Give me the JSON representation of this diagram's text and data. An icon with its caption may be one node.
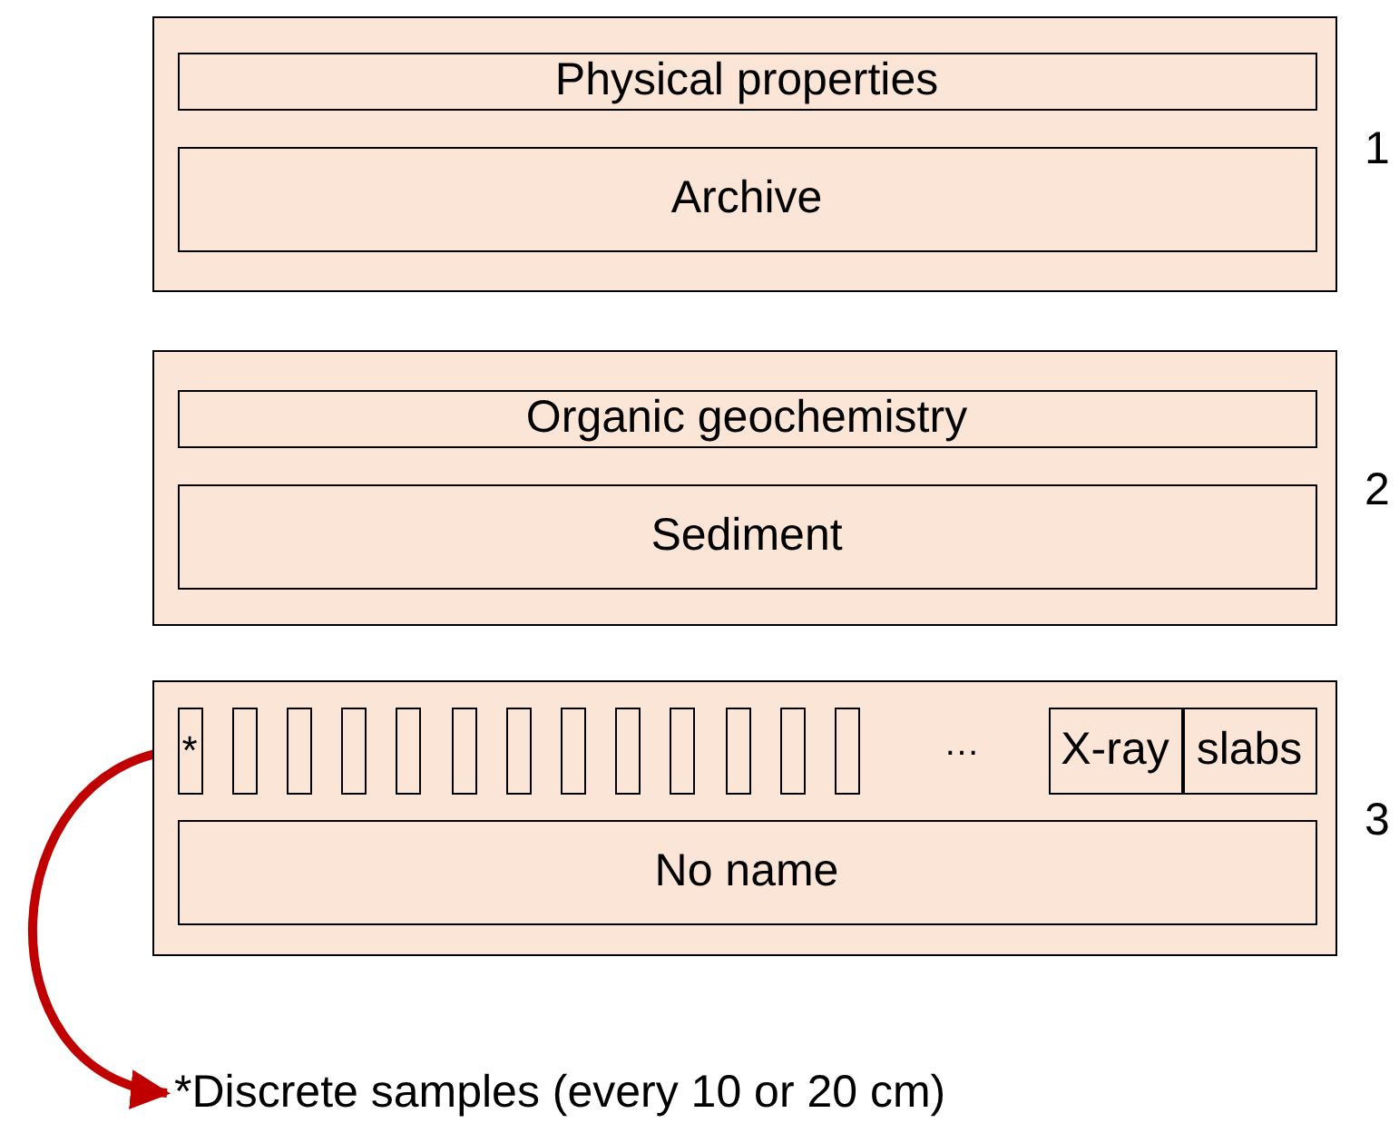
{
  "diagram": {
    "nodes": [
      {
        "text": [],
        "shape": "box",
        "beside": [
          "1"
        ]
      },
      {
        "text": [
          "Physical properties"
        ],
        "in": 0
      },
      {
        "text": [
          "Archive"
        ],
        "in": 0
      },
      {
        "text": [],
        "shape": "box",
        "beside": [
          "2"
        ]
      },
      {
        "text": [
          "Organic geochemistry"
        ],
        "in": 3
      },
      {
        "text": [
          "Sediment"
        ],
        "in": 3
      },
      {
        "text": [],
        "shape": "box",
        "beside": [
          "3"
        ]
      },
      {
        "text": [
          "*"
        ],
        "in": 6
      },
      {
        "text": [],
        "shape": "box",
        "in": 6
      },
      {
        "text": [],
        "shape": "box",
        "in": 6
      },
      {
        "text": [],
        "shape": "box",
        "in": 6
      },
      {
        "text": [],
        "shape": "box",
        "in": 6
      },
      {
        "text": [],
        "shape": "box",
        "in": 6
      },
      {
        "text": [],
        "shape": "box",
        "in": 6
      },
      {
        "text": [],
        "shape": "box",
        "in": 6
      },
      {
        "text": [],
        "shape": "box",
        "in": 6
      },
      {
        "text": [],
        "shape": "box",
        "in": 6
      },
      {
        "text": [],
        "shape": "box",
        "in": 6
      },
      {
        "text": [],
        "shape": "box",
        "in": 6
      },
      {
        "text": [],
        "shape": "box",
        "in": 6
      },
      {
        "text": [
          "X-ray"
        ],
        "in": 6
      },
      {
        "text": [
          "slabs"
        ],
        "in": 6
      },
      {
        "text": [
          "No name"
        ],
        "in": 6
      },
      {
        "text": [
          "*Discrete samples (every 10 or 20 cm)"
        ]
      }
    ],
    "edges": [
      {
        "from": 7,
        "to": 23,
        "arrow": "to",
        "color": "#c00000"
      }
    ],
    "labels": [
      "…"
    ]
  }
}
